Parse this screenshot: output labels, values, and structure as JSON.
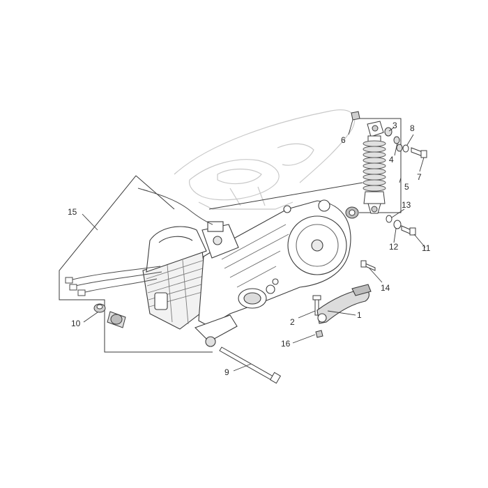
{
  "diagram": {
    "callouts": [
      {
        "id": "1",
        "text": "1"
      },
      {
        "id": "2",
        "text": "2"
      },
      {
        "id": "3",
        "text": "3"
      },
      {
        "id": "4",
        "text": "4"
      },
      {
        "id": "5",
        "text": "5"
      },
      {
        "id": "6",
        "text": "6"
      },
      {
        "id": "7",
        "text": "7"
      },
      {
        "id": "8",
        "text": "8"
      },
      {
        "id": "9",
        "text": "9"
      },
      {
        "id": "10",
        "text": "10"
      },
      {
        "id": "11",
        "text": "11"
      },
      {
        "id": "12",
        "text": "12"
      },
      {
        "id": "13",
        "text": "13"
      },
      {
        "id": "14",
        "text": "14"
      },
      {
        "id": "15",
        "text": "15"
      },
      {
        "id": "16",
        "text": "16"
      }
    ],
    "colors": {
      "line": "#3a3a3a",
      "ghost": "#c8c8c8",
      "shade": "#8a8a8a"
    }
  }
}
